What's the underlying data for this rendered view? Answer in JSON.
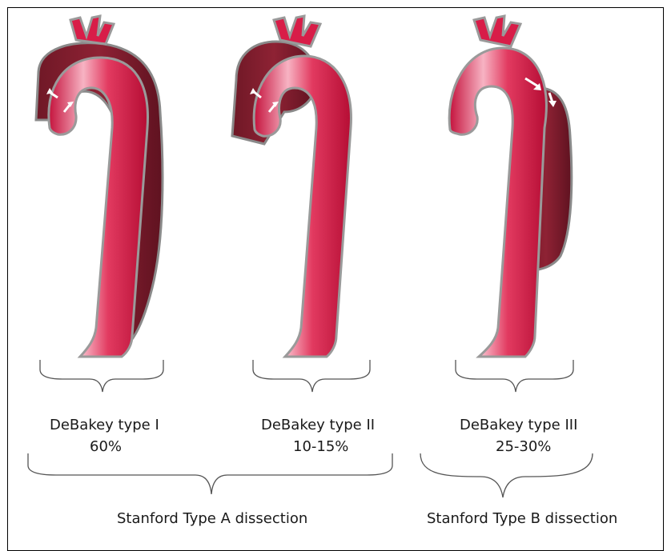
{
  "colors": {
    "lumen_light": "#f2a9ba",
    "lumen_main": "#e0244f",
    "lumen_dark": "#b80f35",
    "false_lumen": "#86202f",
    "false_lumen_light": "#a03040",
    "outline": "#9a9a9a",
    "arrow": "#ffffff",
    "bracket": "#555555"
  },
  "panels": [
    {
      "debakey_label": "DeBakey type I",
      "percent": "60%"
    },
    {
      "debakey_label": "DeBakey type II",
      "percent": "10-15%"
    },
    {
      "debakey_label": "DeBakey type III",
      "percent": "25-30%"
    }
  ],
  "stanford": {
    "type_a": "Stanford Type A dissection",
    "type_b": "Stanford Type B dissection"
  }
}
